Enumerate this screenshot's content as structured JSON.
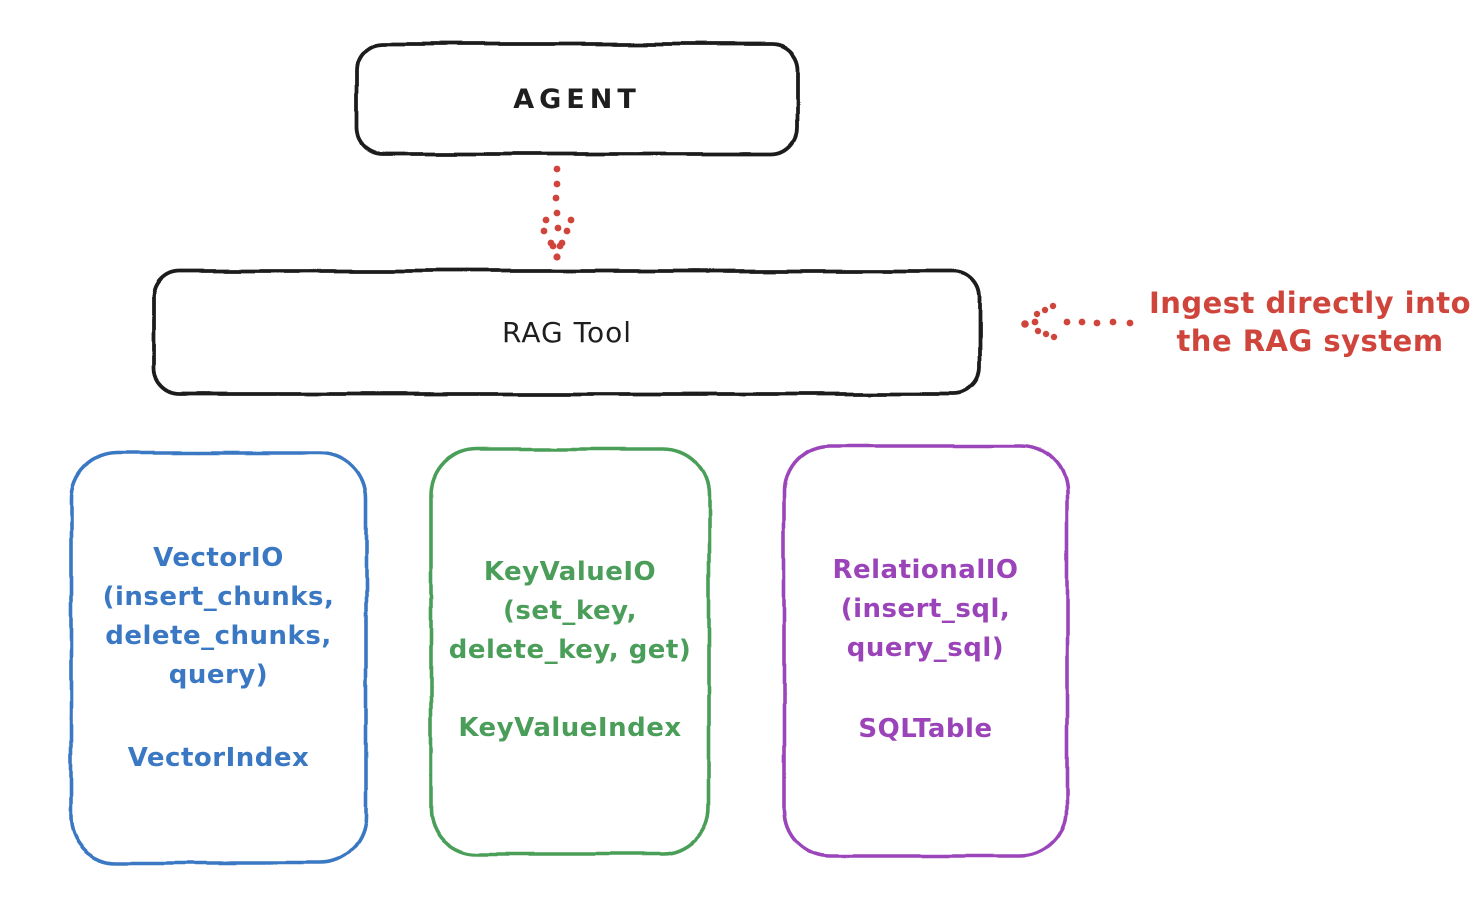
{
  "colors": {
    "ink": "#1e1e1e",
    "red": "#cf453c",
    "blue": "#3b78c3",
    "green": "#4a9e59",
    "purple": "#9b44ba"
  },
  "nodes": {
    "agent": {
      "label": "AGENT"
    },
    "rag_tool": {
      "label": "RAG Tool"
    },
    "vector_io": {
      "lines": [
        "VectorIO",
        "(insert_chunks,",
        "delete_chunks,",
        "query)"
      ],
      "index_label": "VectorIndex"
    },
    "key_value_io": {
      "lines": [
        "KeyValueIO",
        "(set_key,",
        "delete_key, get)"
      ],
      "index_label": "KeyValueIndex"
    },
    "relational_io": {
      "lines": [
        "RelationalIO",
        "(insert_sql,",
        "query_sql)"
      ],
      "index_label": "SQLTable"
    }
  },
  "annotation": {
    "lines": [
      "Ingest directly into",
      "the RAG system"
    ]
  }
}
